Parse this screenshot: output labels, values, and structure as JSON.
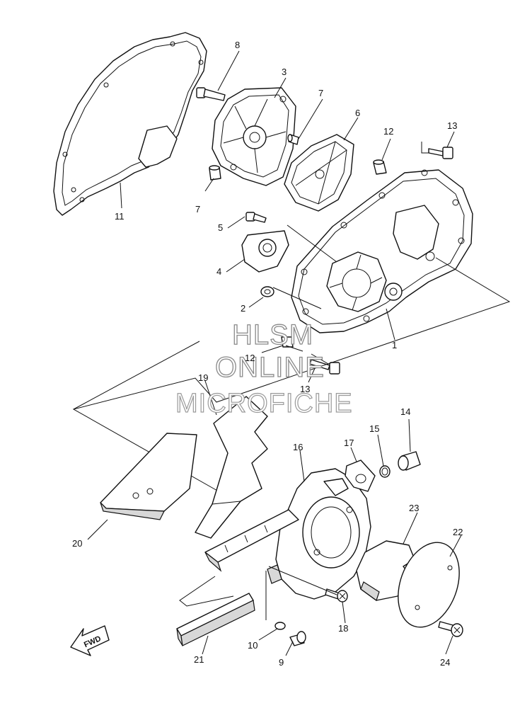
{
  "diagram": {
    "watermark": {
      "line1": "HLSM",
      "line2": "ONLINE",
      "line3": "MICROFICHE"
    },
    "direction_tag": "FWD",
    "callouts": [
      {
        "id": "c1",
        "text": "1"
      },
      {
        "id": "c2",
        "text": "2"
      },
      {
        "id": "c3",
        "text": "3"
      },
      {
        "id": "c4",
        "text": "4"
      },
      {
        "id": "c5",
        "text": "5"
      },
      {
        "id": "c6",
        "text": "6"
      },
      {
        "id": "c7a",
        "text": "7"
      },
      {
        "id": "c7b",
        "text": "7"
      },
      {
        "id": "c8",
        "text": "8"
      },
      {
        "id": "c9",
        "text": "9"
      },
      {
        "id": "c10",
        "text": "10"
      },
      {
        "id": "c11",
        "text": "11"
      },
      {
        "id": "c12a",
        "text": "12"
      },
      {
        "id": "c12b",
        "text": "12"
      },
      {
        "id": "c13a",
        "text": "13"
      },
      {
        "id": "c13b",
        "text": "13"
      },
      {
        "id": "c14",
        "text": "14"
      },
      {
        "id": "c15",
        "text": "15"
      },
      {
        "id": "c16",
        "text": "16"
      },
      {
        "id": "c17",
        "text": "17"
      },
      {
        "id": "c18",
        "text": "18"
      },
      {
        "id": "c19",
        "text": "19"
      },
      {
        "id": "c20",
        "text": "20"
      },
      {
        "id": "c21",
        "text": "21"
      },
      {
        "id": "c22",
        "text": "22"
      },
      {
        "id": "c23",
        "text": "23"
      },
      {
        "id": "c24",
        "text": "24"
      }
    ]
  }
}
